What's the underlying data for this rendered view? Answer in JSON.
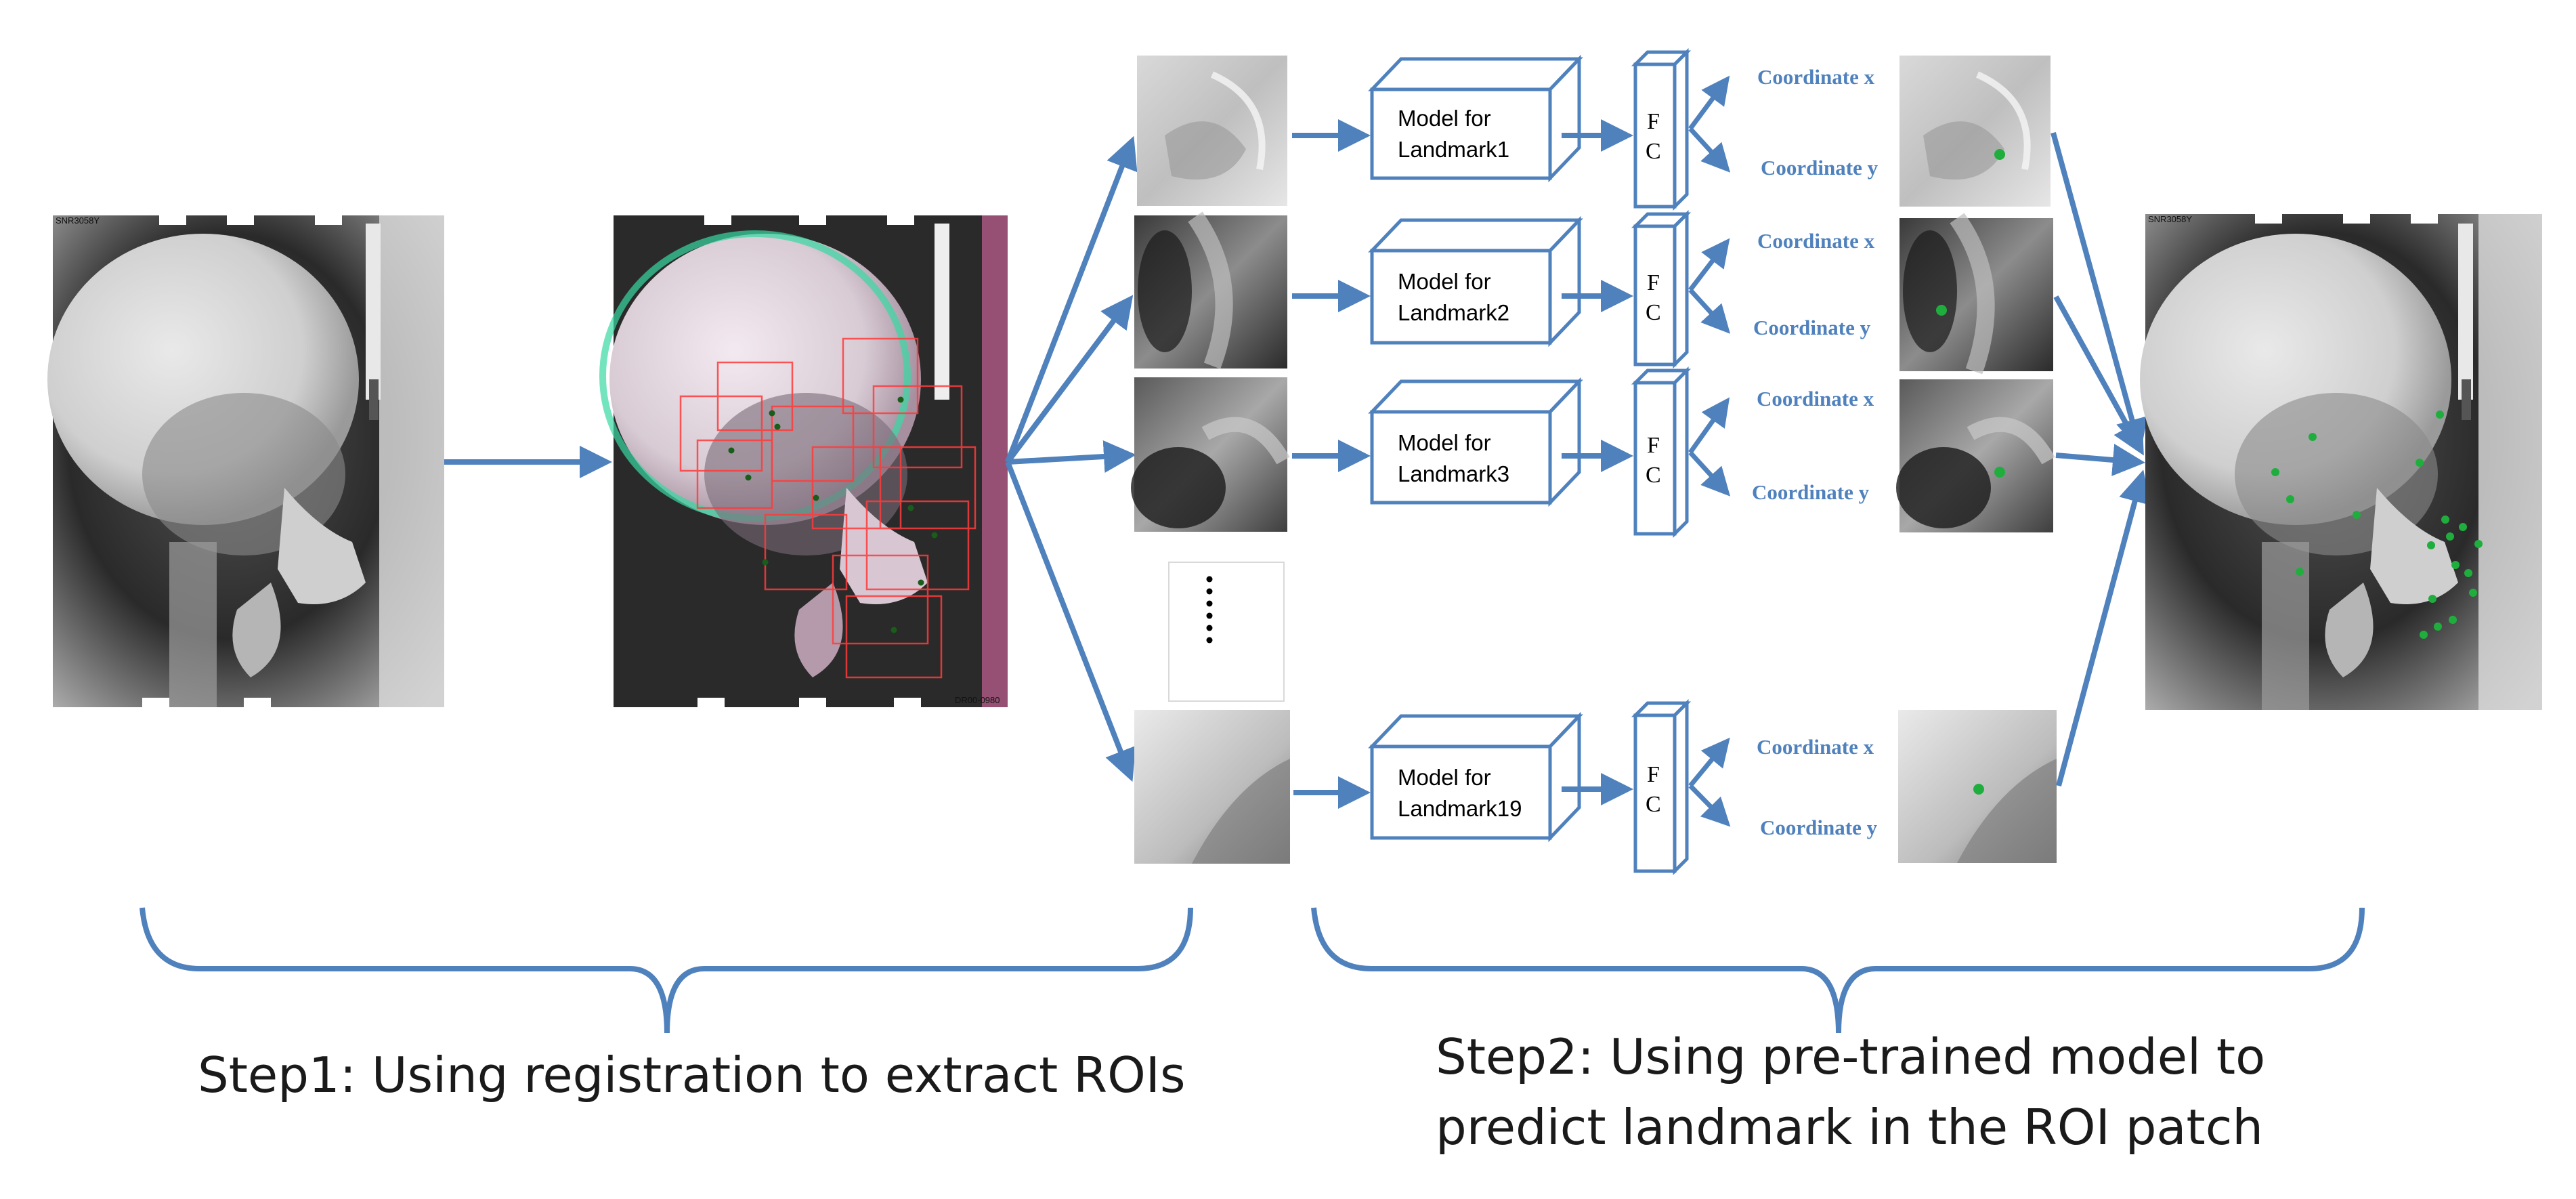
{
  "steps": {
    "step1": "Step1: Using registration to extract ROIs",
    "step2_line1": "Step2: Using pre-trained model to",
    "step2_line2": "predict landmark in the ROI patch"
  },
  "models": [
    {
      "line1": "Model for",
      "line2": "Landmark1"
    },
    {
      "line1": "Model for",
      "line2": "Landmark2"
    },
    {
      "line1": "Model for",
      "line2": "Landmark3"
    },
    {
      "line1": "Model for",
      "line2": "Landmark19"
    }
  ],
  "fc": {
    "line1": "F",
    "line2": "C"
  },
  "coordinates": {
    "x": "Coordinate x",
    "y": "Coordinate y"
  },
  "film_marks": {
    "top_left": "SNR3058Y",
    "bottom_right": "DR00-0980"
  },
  "colors": {
    "arrow": "#4f81bd",
    "landmark": "#1fae3e",
    "roi_box": "#ff3b3b",
    "text_accent": "#4f81bd"
  }
}
